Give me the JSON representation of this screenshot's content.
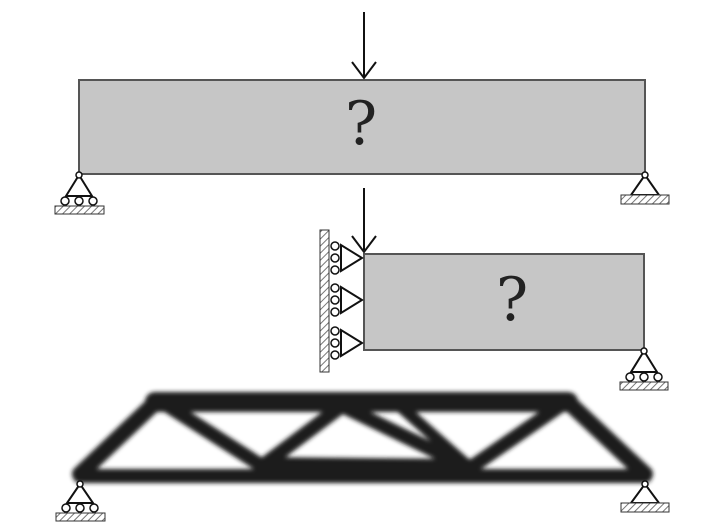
{
  "panels": [
    {
      "id": "full-beam",
      "label": "?"
    },
    {
      "id": "half-beam-symmetry",
      "label": "?"
    },
    {
      "id": "optimized-truss",
      "label": ""
    }
  ],
  "colors": {
    "design_domain_fill": "#c6c6c6",
    "outline": "#555555",
    "truss": "#1c1c1c",
    "hatch": "#888888",
    "background": "#ffffff"
  },
  "icons": [
    "down-arrow-load",
    "pin-support",
    "roller-support",
    "wall-roller-support"
  ]
}
